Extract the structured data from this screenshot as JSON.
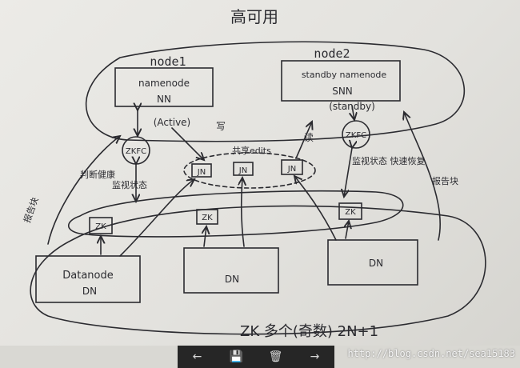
{
  "title": "高可用",
  "nodes": {
    "node1": {
      "header": "node1",
      "role": "namenode",
      "abbr": "NN",
      "state": "(Active)"
    },
    "node2": {
      "header": "node2",
      "role": "standby namenode",
      "abbr": "SNN",
      "state": "(standby)"
    }
  },
  "zkfc_label": "ZKFC",
  "jn_label": "JN",
  "zk_label": "ZK",
  "annotations": {
    "write": "写",
    "shared_edits": "共享edits",
    "read": "读",
    "judge_health": "判断健康",
    "monitor_state": "监视状态",
    "monitor_recover": "监视状态 快速恢复",
    "report_block_left": "报告块",
    "report_block_right": "报告块",
    "footer": "ZK 多个(奇数) 2N+1"
  },
  "datanodes": [
    {
      "name": "Datanode",
      "abbr": "DN"
    },
    {
      "label": "DN"
    },
    {
      "label": "DN"
    }
  ],
  "viewer": {
    "prev_label": "←",
    "save_label": "💾",
    "delete_label": "🗑",
    "next_label": "→"
  },
  "watermark": "http://blog.csdn.net/sea15183",
  "colors": {
    "ink": "#2b2b30",
    "bar": "#262626"
  }
}
